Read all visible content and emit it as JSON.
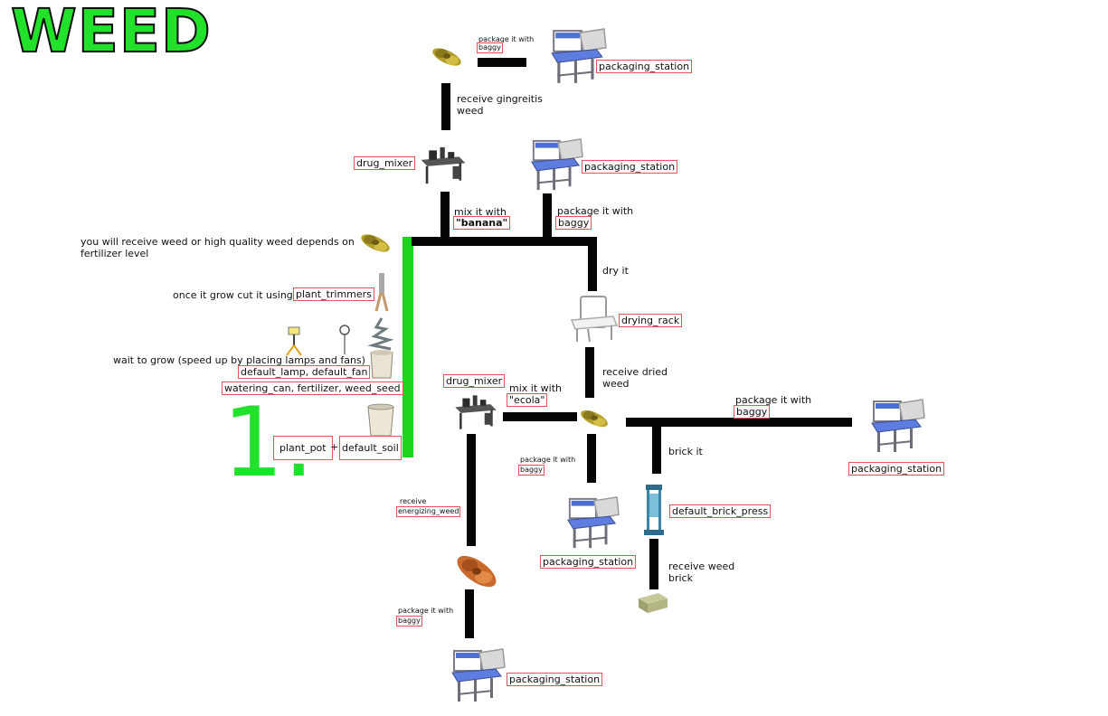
{
  "title": "WEED",
  "step_number": "1.",
  "labels": {
    "receive_weed_quality": "you will receive weed or high quality weed depends on fertilizer level",
    "cut_text": "once it grow cut it using",
    "wait_text": "wait to grow (speed up by placing lamps and fans)",
    "plus": "+",
    "mix_banana_text": "mix it with",
    "package_baggy_text": "package it with",
    "receive_gingreitis": "receive gingreitis weed",
    "package_top_text": "package it with",
    "dry_it": "dry it",
    "receive_dried": "receive dried weed",
    "mix_ecola_text": "mix it with",
    "package_mid_text": "package it with",
    "package_right_text": "package it with",
    "brick_it": "brick it",
    "receive_brick": "receive weed brick",
    "receive_energizing": "receive",
    "package_bottom_text": "package it with"
  },
  "items": {
    "plant_trimmers": "plant_trimmers",
    "lamp_fan": "default_lamp, default_fan",
    "seed_items": "watering_can, fertilizer, weed_seed",
    "plant_pot": "plant_pot",
    "default_soil": "default_soil",
    "banana": "\"banana\"",
    "baggy": "baggy",
    "drug_mixer": "drug_mixer",
    "packaging_station": "packaging_station",
    "drying_rack": "drying_rack",
    "ecola": "\"ecola\"",
    "brick_press": "default_brick_press",
    "energizing_weed": "energizing_weed"
  },
  "colors": {
    "accent_green": "#22e12a",
    "label_border": "#e3545b",
    "connector": "#050505"
  }
}
